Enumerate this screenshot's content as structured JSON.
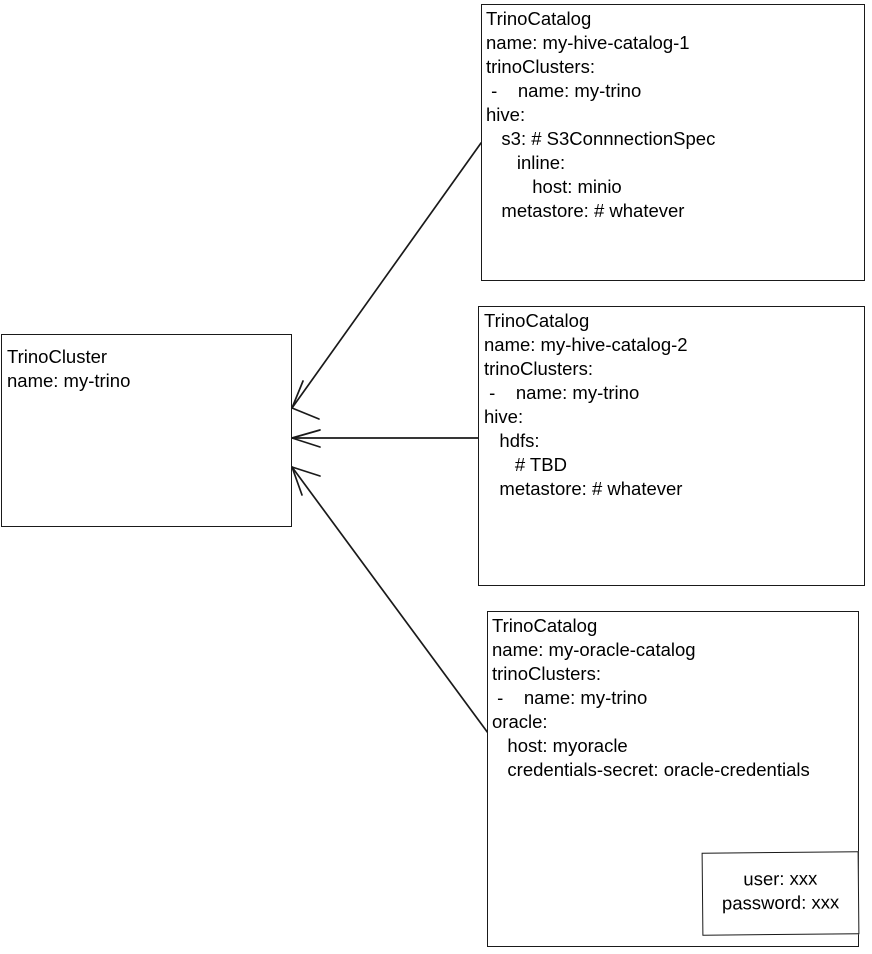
{
  "diagram": {
    "type": "entity-relationship-sketch",
    "background_color": "#ffffff",
    "stroke_color": "#1a1a1a",
    "text_color": "#000000",
    "nodes": {
      "cluster": {
        "kind": "TrinoCluster",
        "lines": [
          "TrinoCluster",
          "name: my-trino"
        ]
      },
      "catalog_hive_1": {
        "kind": "TrinoCatalog",
        "lines": [
          "TrinoCatalog",
          "name: my-hive-catalog-1",
          "trinoClusters:",
          " -    name: my-trino",
          "hive:",
          "   s3: # S3ConnnectionSpec",
          "      inline:",
          "         host: minio",
          "   metastore: # whatever"
        ]
      },
      "catalog_hive_2": {
        "kind": "TrinoCatalog",
        "lines": [
          "TrinoCatalog",
          "name: my-hive-catalog-2",
          "trinoClusters:",
          " -    name: my-trino",
          "hive:",
          "   hdfs:",
          "      # TBD",
          "   metastore: # whatever"
        ]
      },
      "catalog_oracle": {
        "kind": "TrinoCatalog",
        "lines": [
          "TrinoCatalog",
          "name: my-oracle-catalog",
          "trinoClusters:",
          " -    name: my-trino",
          "oracle:",
          "   host: myoracle",
          "   credentials-secret: oracle-credentials"
        ]
      },
      "secret": {
        "kind": "Secret",
        "lines": [
          "user: xxx",
          "password: xxx"
        ]
      }
    },
    "edges": [
      {
        "name": "catalog-hive-1-to-cluster",
        "from": "catalog_hive_1",
        "to": "cluster",
        "arrowhead": "open-v"
      },
      {
        "name": "catalog-hive-2-to-cluster",
        "from": "catalog_hive_2",
        "to": "cluster",
        "arrowhead": "open-v"
      },
      {
        "name": "catalog-oracle-to-cluster",
        "from": "catalog_oracle",
        "to": "cluster",
        "arrowhead": "open-v"
      },
      {
        "name": "credentials-secret-to-secret-box",
        "from": "catalog_oracle",
        "to": "secret",
        "arrowhead": "open-v"
      }
    ]
  }
}
